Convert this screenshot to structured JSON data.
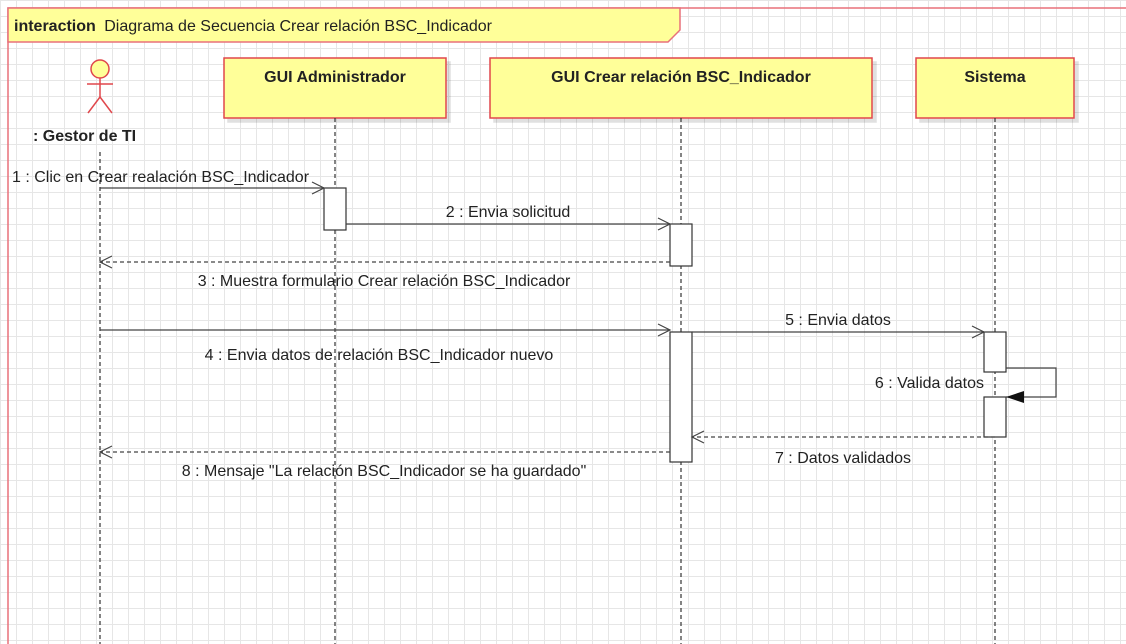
{
  "frame": {
    "keyword": "interaction",
    "title": "Diagrama de Secuencia Crear relación BSC_Indicador"
  },
  "actor": {
    "name": ": Gestor de TI"
  },
  "lifelines": [
    {
      "name": "GUI Administrador"
    },
    {
      "name": "GUI Crear relación BSC_Indicador"
    },
    {
      "name": "Sistema"
    }
  ],
  "messages": [
    {
      "label": "1 : Clic en Crear realación BSC_Indicador"
    },
    {
      "label": "2 : Envia solicitud"
    },
    {
      "label": "3 : Muestra formulario Crear relación BSC_Indicador"
    },
    {
      "label": "4 : Envia datos de relación BSC_Indicador nuevo"
    },
    {
      "label": "5 : Envia datos"
    },
    {
      "label": "6 : Valida datos"
    },
    {
      "label": "7 : Datos validados"
    },
    {
      "label": "8 : Mensaje \"La relación BSC_Indicador se ha guardado\""
    }
  ],
  "colors": {
    "frame_border": "#e8707a",
    "lifeline_fill": "#ffff99",
    "lifeline_border": "#e0474c",
    "actor_stroke": "#e0474c",
    "actor_fill": "#ffff99",
    "line": "#444444"
  }
}
